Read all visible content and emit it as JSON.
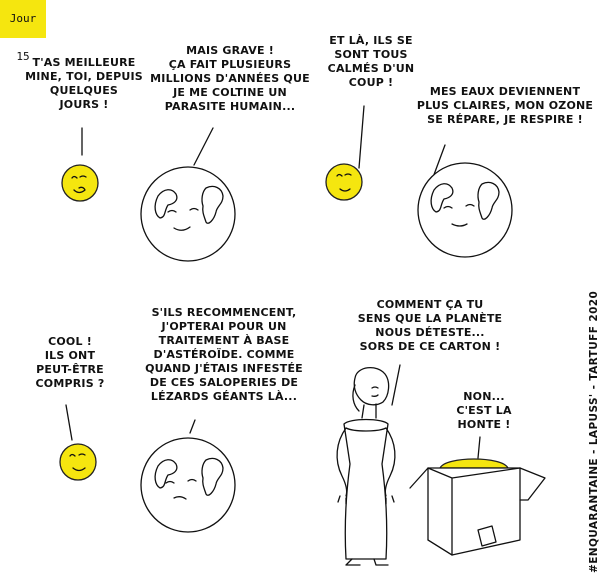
{
  "day_tag": "Jour 15",
  "colors": {
    "sun": "#f5e60f",
    "tag_background": "#f5e60f",
    "ink": "#111111"
  },
  "panels": [
    {
      "speech": [
        {
          "speaker": "sun",
          "text": "T'AS MEILLEURE\nMINE, TOI, DEPUIS\nQUELQUES\nJOURS !"
        },
        {
          "speaker": "earth",
          "text": "MAIS GRAVE !\nÇA FAIT PLUSIEURS\nMILLIONS D'ANNÉES QUE\nJE ME COLTINE UN\nPARASITE HUMAIN..."
        }
      ]
    },
    {
      "speech": [
        {
          "speaker": "sun",
          "text": "ET LÀ, ILS SE\nSONT TOUS\nCALMÉS D'UN\nCOUP !"
        },
        {
          "speaker": "earth",
          "text": "MES EAUX DEVIENNENT\nPLUS CLAIRES, MON OZONE\nSE RÉPARE, JE RESPIRE !"
        }
      ]
    },
    {
      "speech": [
        {
          "speaker": "sun",
          "text": "COOL !\nILS ONT\nPEUT-ÊTRE\nCOMPRIS ?"
        },
        {
          "speaker": "earth",
          "text": "S'ILS RECOMMENCENT,\nJ'OPTERAI POUR UN\nTRAITEMENT À BASE\nD'ASTÉROÏDE. COMME\nQUAND J'ÉTAIS INFESTÉE\nDE CES SALOPERIES DE\nLÉZARDS GÉANTS LÀ..."
        }
      ]
    },
    {
      "speech": [
        {
          "speaker": "woman",
          "text": "COMMENT ÇA TU\nSENS QUE LA PLANÈTE\nNOUS DÉTESTE...\nSORS DE CE CARTON !"
        },
        {
          "speaker": "sun-in-box",
          "text": "NON...\nC'EST LA\nHONTE !"
        }
      ]
    }
  ],
  "credit": "#ENQUARANTAINE - LAPUSS' - TARTUFF 2020"
}
